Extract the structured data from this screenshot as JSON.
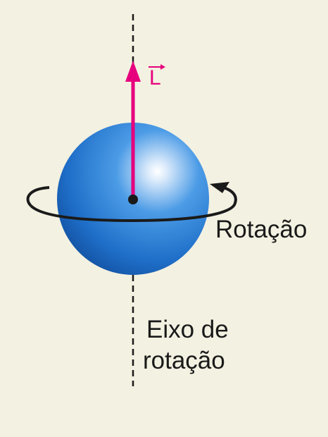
{
  "labels": {
    "angular_momentum": "L",
    "rotation": "Rotação",
    "axis_line1": "Eixo de",
    "axis_line2": "rotação"
  },
  "colors": {
    "background": "#f3f1e1",
    "vector": "#e6007e",
    "sphere_highlight": "#eef6ff",
    "sphere_mid": "#3a8fe0",
    "sphere_dark": "#1355a8",
    "ink": "#1a1a1a"
  }
}
